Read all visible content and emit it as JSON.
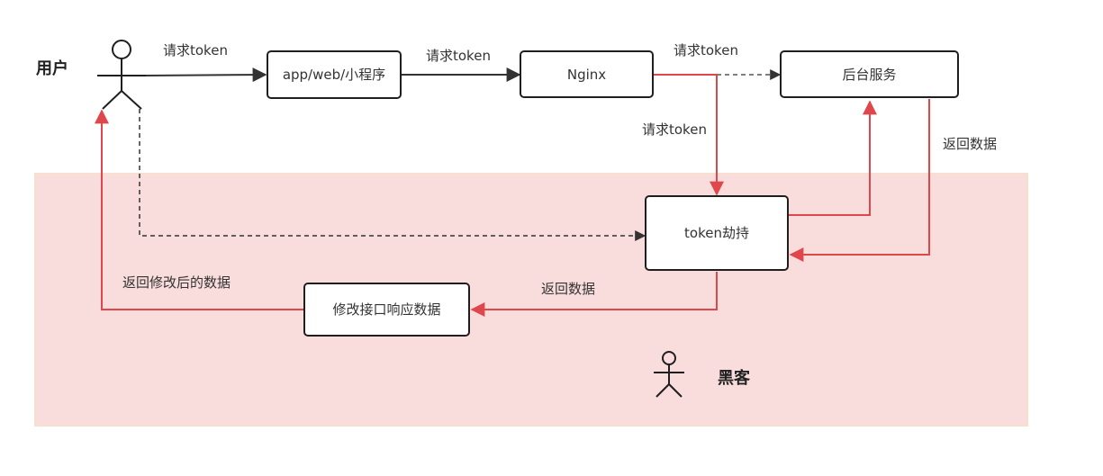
{
  "colors": {
    "zone_fill": "#f9dcdc",
    "red_flow": "#e0474c",
    "dark_flow": "#333333",
    "box_border": "#1f1f1f"
  },
  "actors": {
    "user": "用户",
    "hacker": "黑客"
  },
  "nodes": {
    "app": "app/web/小程序",
    "nginx": "Nginx",
    "backend": "后台服务",
    "hijack": "token劫持",
    "modify": "修改接口响应数据"
  },
  "labels": {
    "user_to_app": "请求token",
    "app_to_nginx": "请求token",
    "nginx_to_backend": "请求token",
    "nginx_to_hijack": "请求token",
    "backend_return": "返回数据",
    "hijack_to_modify": "返回数据",
    "modify_to_user": "返回修改后的数据"
  }
}
